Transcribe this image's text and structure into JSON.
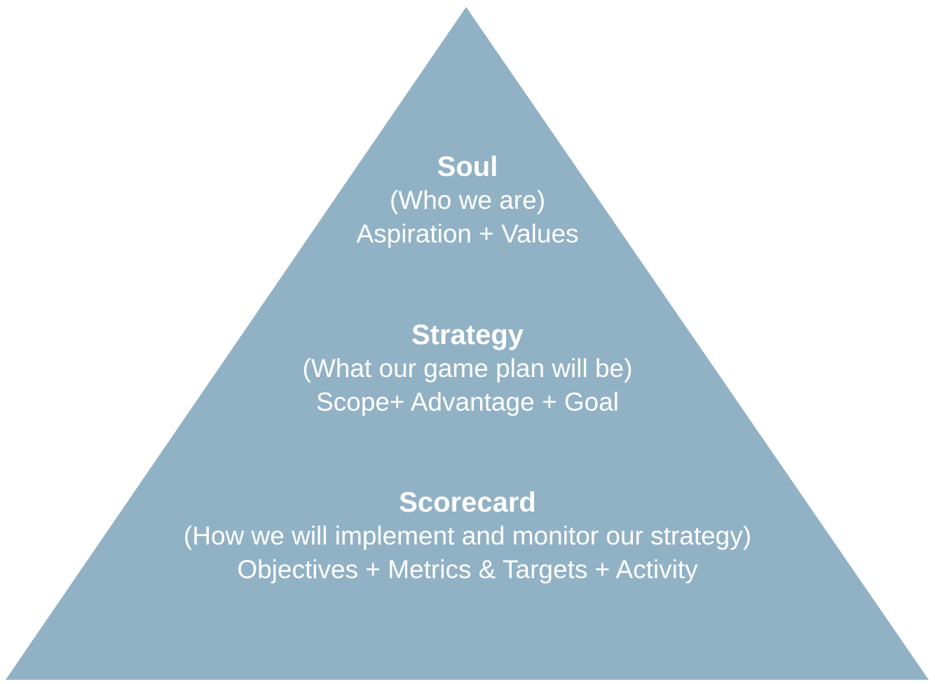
{
  "diagram": {
    "shape": "pyramid",
    "colors": {
      "fill": "#91b1c5",
      "text": "#ffffff",
      "background": "#ffffff"
    },
    "tiers": [
      {
        "title": "Soul",
        "subtitle": "(Who we are)",
        "detail": "Aspiration + Values"
      },
      {
        "title": "Strategy",
        "subtitle": "(What our game plan will be)",
        "detail": "Scope+ Advantage + Goal"
      },
      {
        "title": "Scorecard",
        "subtitle": "(How we will implement and monitor our strategy)",
        "detail": "Objectives + Metrics & Targets + Activity"
      }
    ]
  }
}
